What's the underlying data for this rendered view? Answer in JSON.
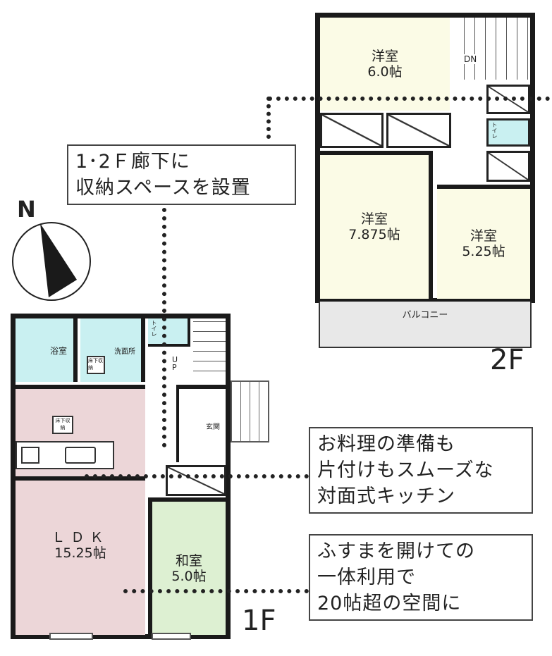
{
  "floor2": {
    "label": "2F",
    "rooms": [
      {
        "name": "洋室",
        "size": "6.0帖"
      },
      {
        "name": "洋室",
        "size": "7.875帖"
      },
      {
        "name": "洋室",
        "size": "5.25帖"
      }
    ],
    "balcony": "バルコニー",
    "stairs": "DN",
    "toilet": "トイレ"
  },
  "floor1": {
    "label": "1F",
    "bath": "浴室",
    "washroom": "洗面所",
    "underfloor_storage": "床下収納",
    "toilet": "トイレ",
    "stairs": "UP",
    "entrance": "玄関",
    "ldk": {
      "name": "ＬＤＫ",
      "size": "15.25帖"
    },
    "washitsu": {
      "name": "和室",
      "size": "5.0帖"
    }
  },
  "compass": "N",
  "callouts": {
    "storage": [
      "1･2Ｆ廊下に",
      "収納スペースを設置"
    ],
    "kitchen": [
      "お料理の準備も",
      "片付けもスムーズな",
      "対面式キッチン"
    ],
    "washitsu": [
      "ふすまを開けての",
      "一体利用で",
      "20帖超の空間に"
    ]
  }
}
